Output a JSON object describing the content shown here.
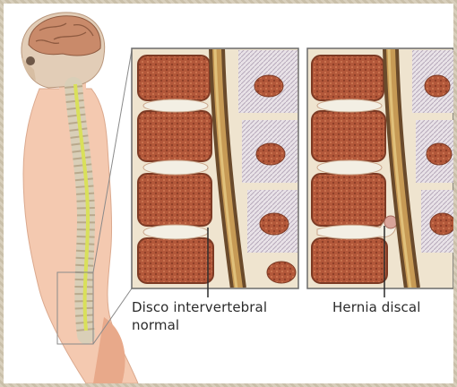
{
  "labels": {
    "normal": "Disco intervertebral normal",
    "hernia": "Hernia discal"
  },
  "colors": {
    "skin": "#f4c9b0",
    "brain": "#c98a6a",
    "spinal_cord": "#d9e05a",
    "vertebra": "#b8603e",
    "disc": "#f3efe4",
    "panel_border": "#6b6b6b"
  },
  "icons": [
    "human-body-silhouette",
    "spine-detail-normal",
    "spine-detail-herniated"
  ]
}
